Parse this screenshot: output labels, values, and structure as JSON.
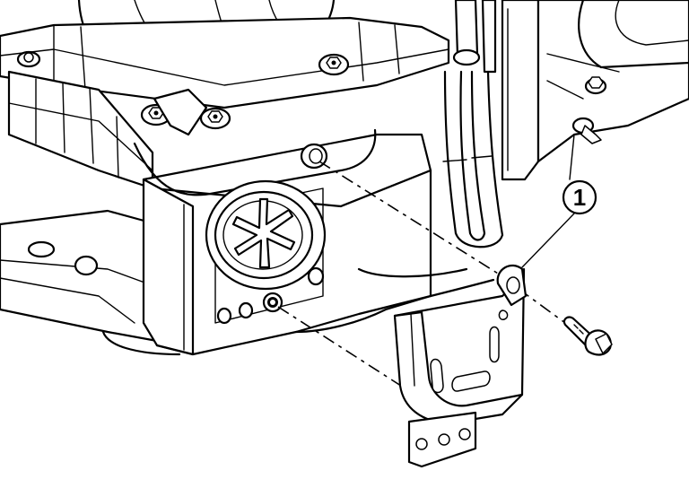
{
  "callout": {
    "number": "1",
    "target": "bracket"
  },
  "icons": [
    "bracket",
    "bolt",
    "grommet",
    "mount-plate",
    "pipes",
    "frame"
  ],
  "colors": {
    "line": "#000000",
    "background": "#ffffff"
  }
}
